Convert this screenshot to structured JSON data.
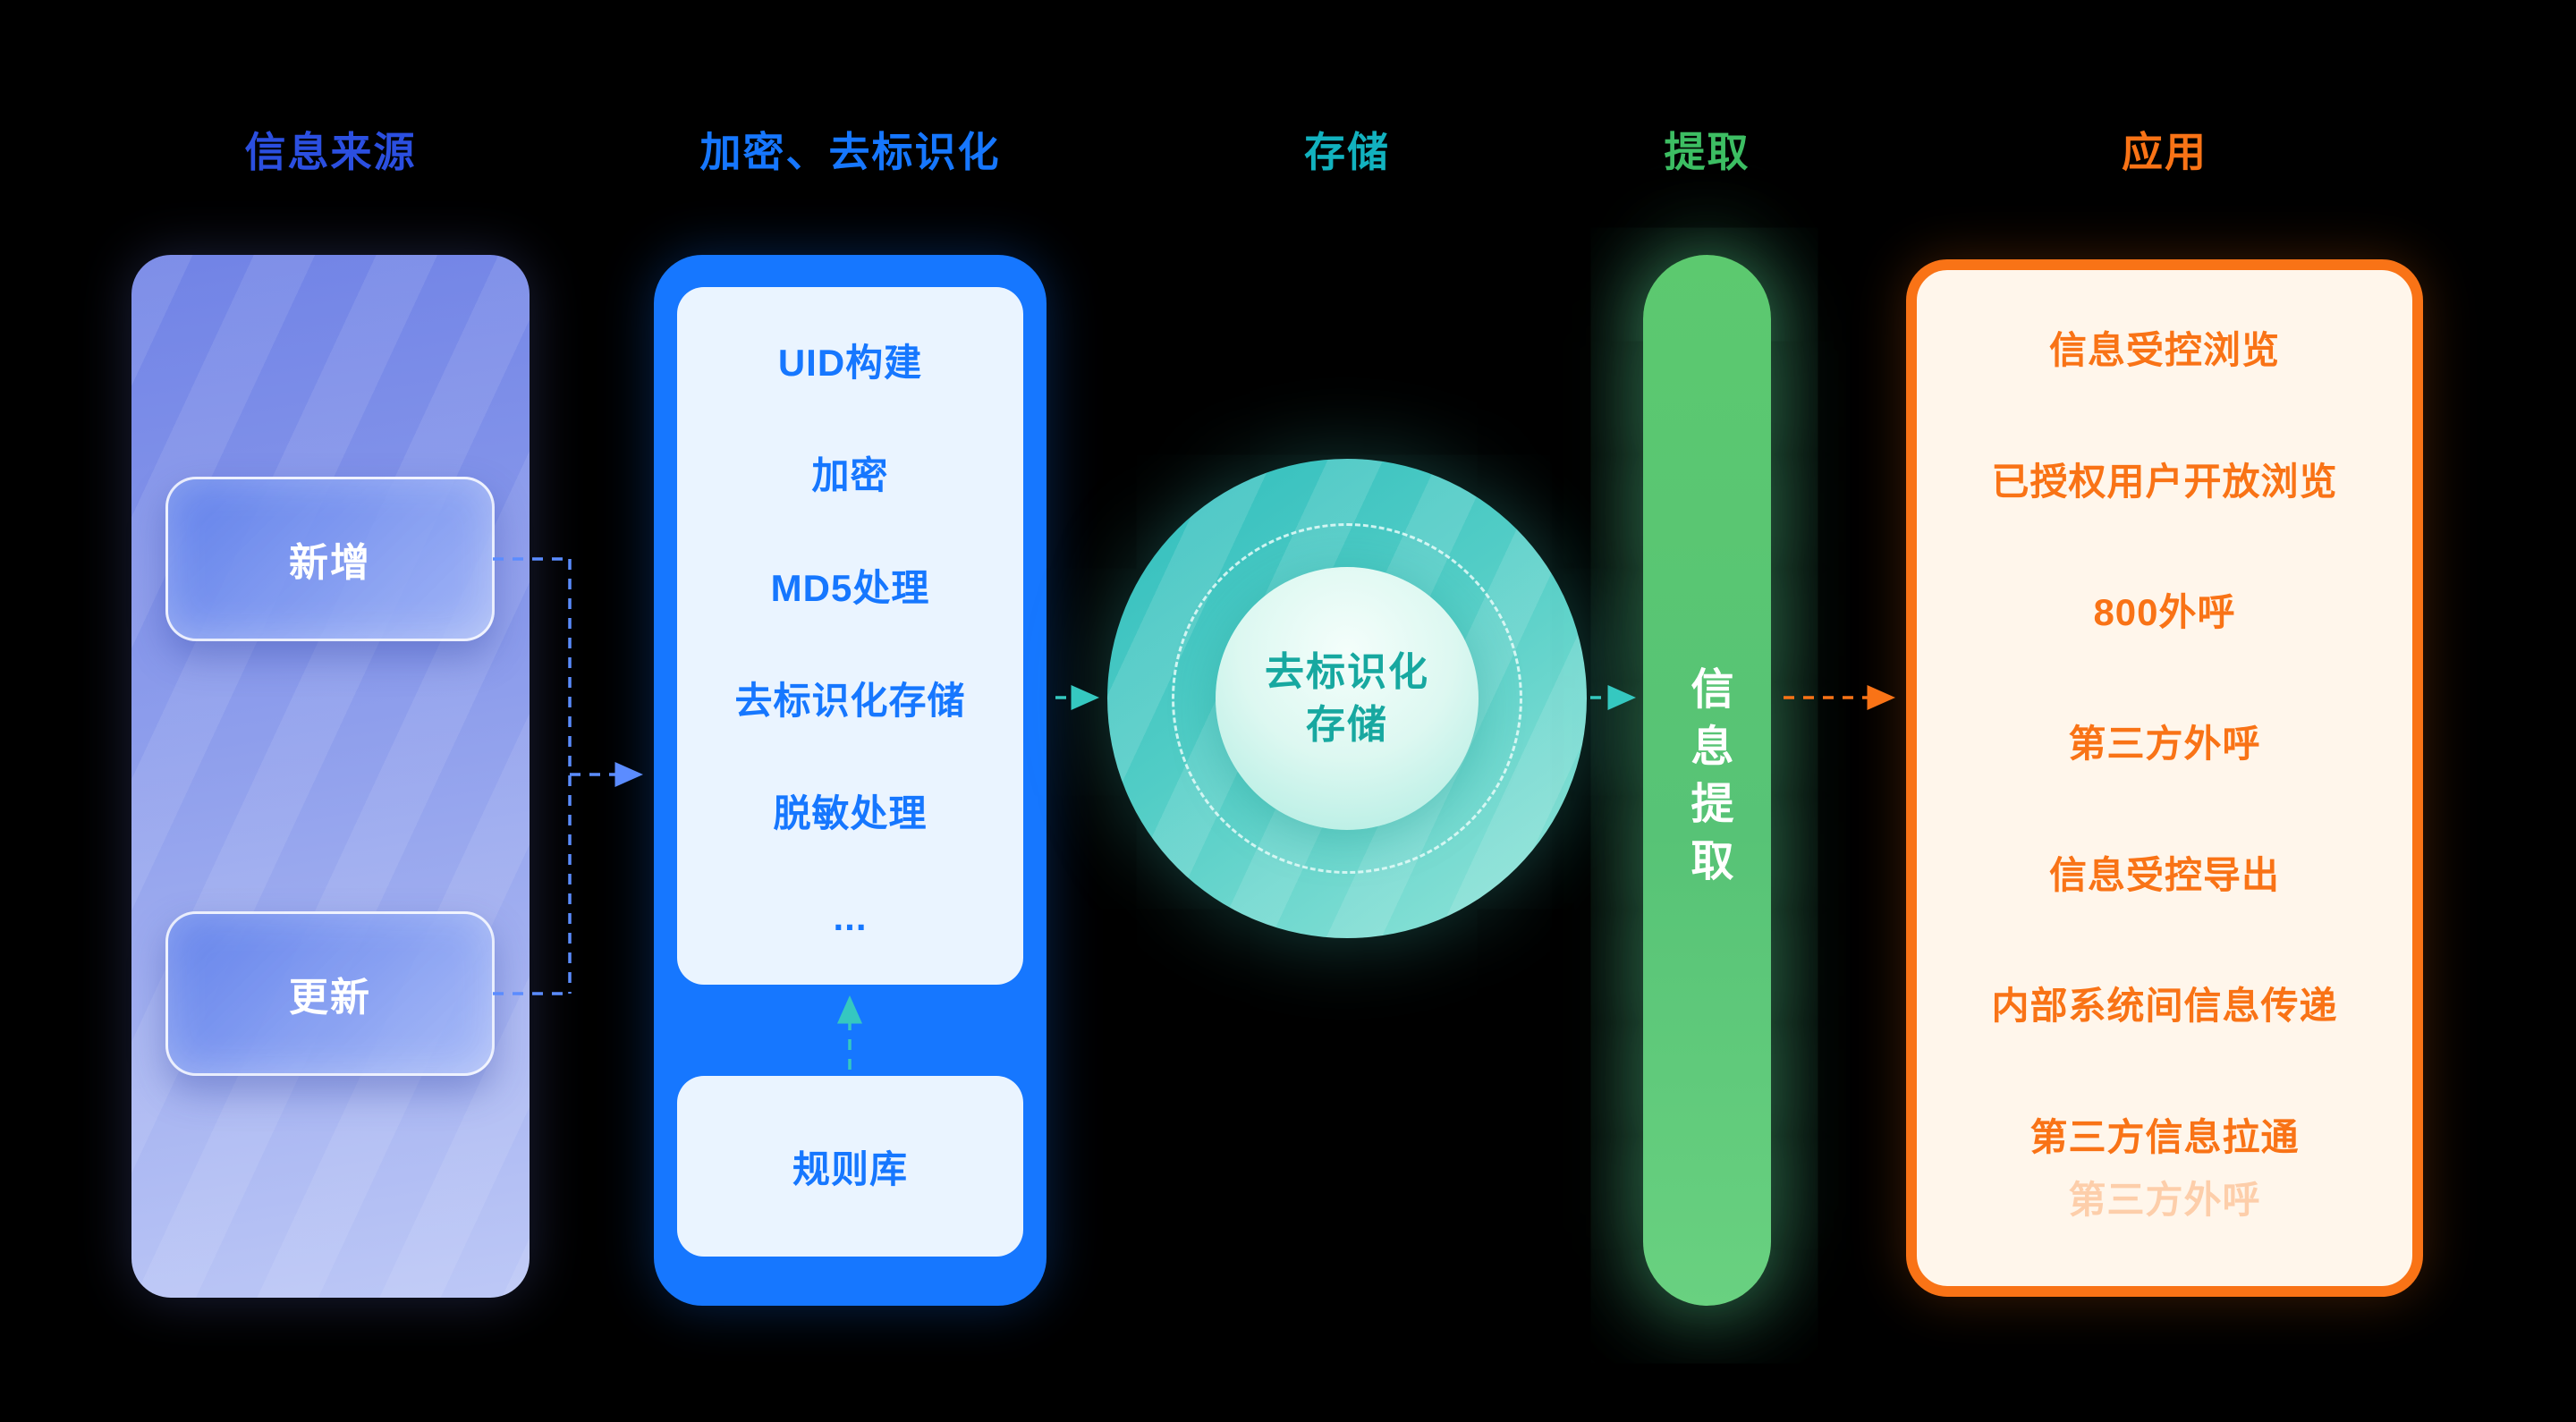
{
  "headers": [
    {
      "label": "信息来源",
      "color": "#2B4FE0"
    },
    {
      "label": "加密、去标识化",
      "color": "#1677FF"
    },
    {
      "label": "存储",
      "color": "#12B2BF"
    },
    {
      "label": "提取",
      "color": "#3DBE63"
    },
    {
      "label": "应用",
      "color": "#F97316"
    }
  ],
  "source": {
    "items": [
      {
        "label": "新增"
      },
      {
        "label": "更新"
      }
    ]
  },
  "encrypt": {
    "steps": [
      "UID构建",
      "加密",
      "MD5处理",
      "去标识化存储",
      "脱敏处理",
      "..."
    ],
    "rule_library": "规则库"
  },
  "storage": {
    "line1": "去标识化",
    "line2": "存储"
  },
  "extract": {
    "label": "信息提取"
  },
  "apply": {
    "items": [
      "信息受控浏览",
      "已授权用户开放浏览",
      "800外呼",
      "第三方外呼",
      "信息受控导出",
      "内部系统间信息传递",
      "第三方信息拉通",
      "第三方外呼"
    ]
  },
  "colors": {
    "background": "#000000",
    "source_accent": "#2B4FE0",
    "encrypt_accent": "#1677FF",
    "storage_accent": "#12B2BF",
    "extract_accent": "#3DBE63",
    "apply_accent": "#F97316",
    "arrow_blue": "#5B8CFF",
    "arrow_teal": "#35C8C0",
    "arrow_orange": "#F97316"
  }
}
